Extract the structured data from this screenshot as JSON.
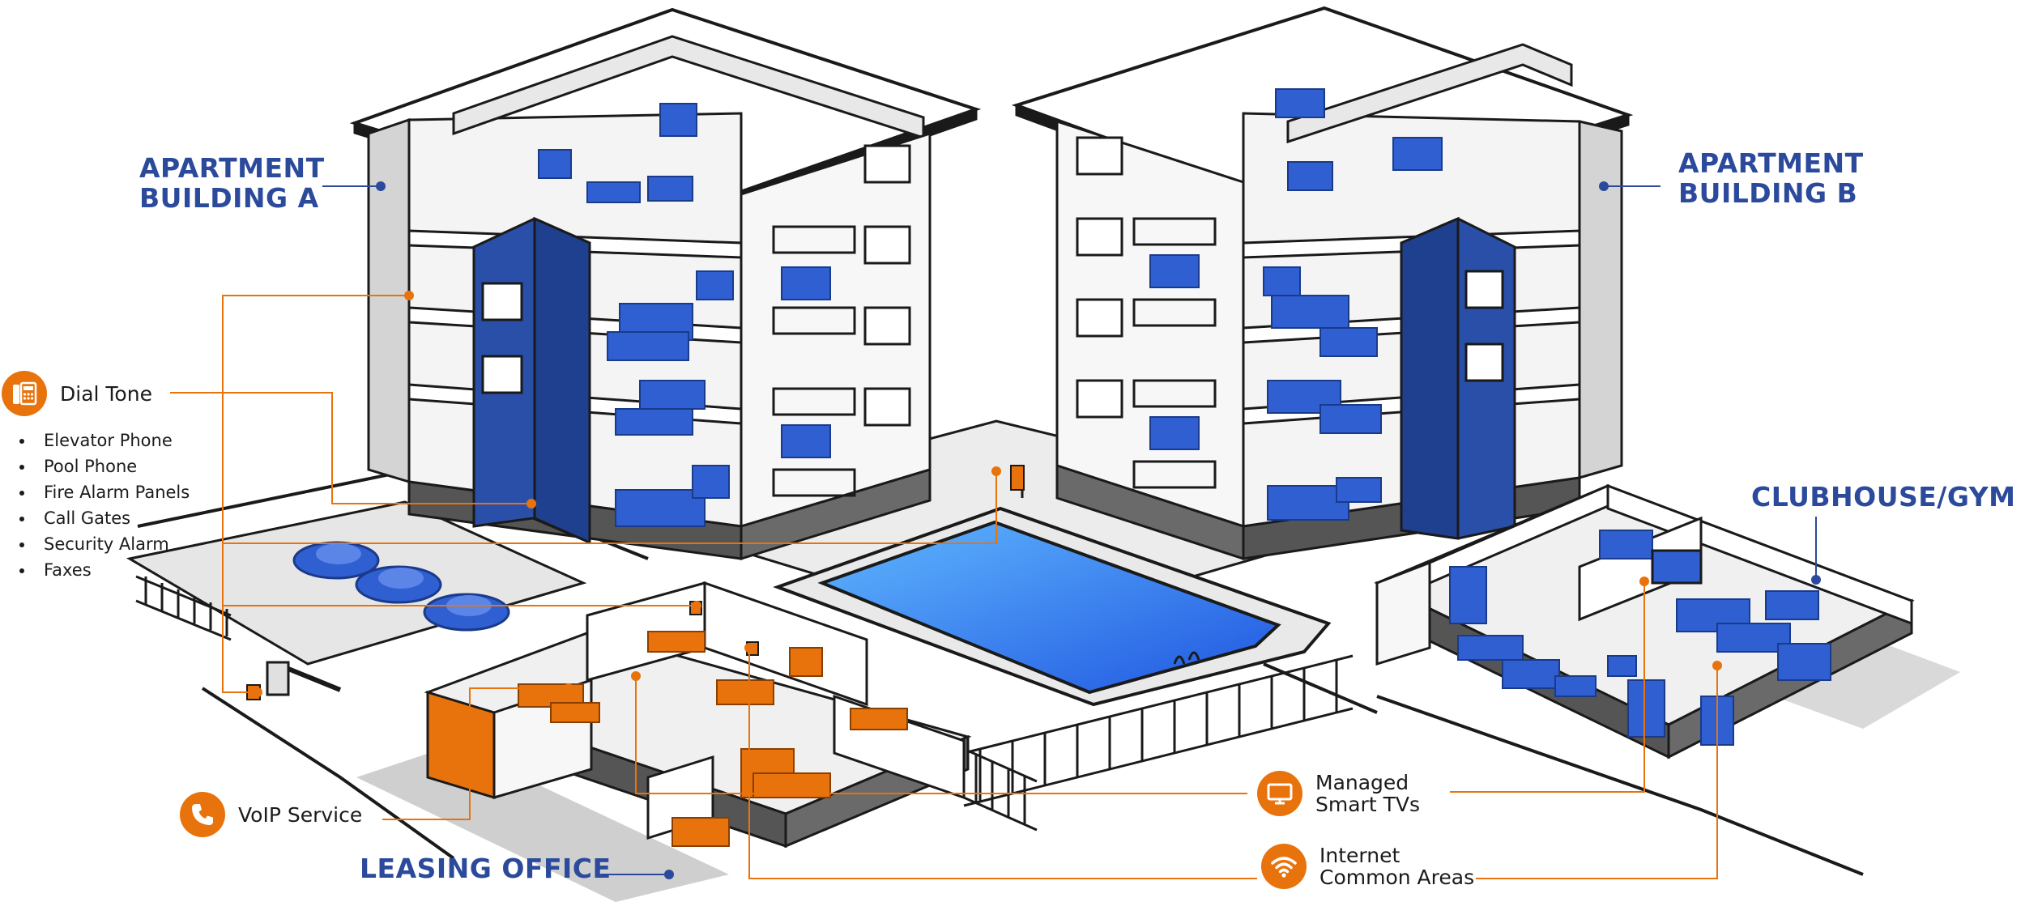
{
  "labels": {
    "building_a": [
      "APARTMENT",
      "BUILDING A"
    ],
    "building_b": [
      "APARTMENT",
      "BUILDING B"
    ],
    "clubhouse": "CLUBHOUSE/GYM",
    "leasing": "LEASING OFFICE"
  },
  "dial_tone": {
    "title": "Dial Tone",
    "icon": "phone-keypad-icon",
    "items": [
      "Elevator Phone",
      "Pool Phone",
      "Fire Alarm Panels",
      "Call Gates",
      "Security Alarm",
      "Faxes"
    ]
  },
  "voip": {
    "title": "VoIP Service",
    "icon": "phone-handset-icon"
  },
  "smart_tvs": {
    "title": [
      "Managed",
      "Smart TVs"
    ],
    "icon": "tv-icon"
  },
  "internet": {
    "title": [
      "Internet",
      "Common Areas"
    ],
    "icon": "wifi-icon"
  },
  "colors": {
    "brand_blue": "#2b4a9c",
    "accent_orange": "#e8730c",
    "furniture_blue": "#2f5fd0",
    "pool_blue": "#3b82f6"
  }
}
